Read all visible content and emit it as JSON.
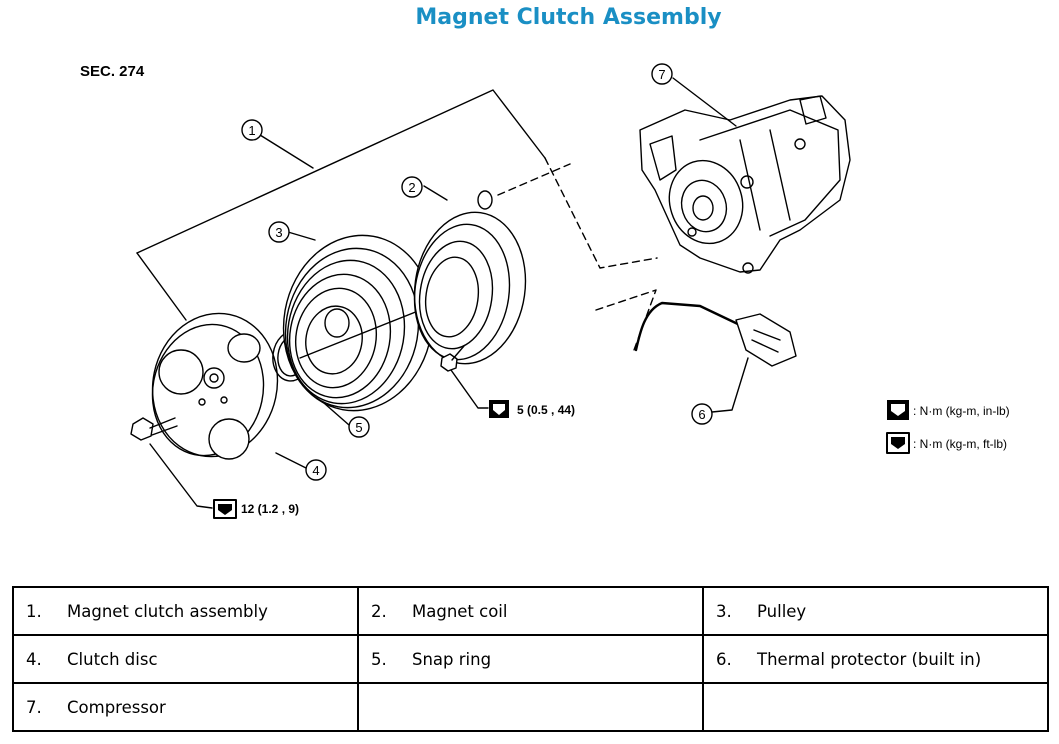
{
  "title": "Magnet Clutch Assembly",
  "section": "SEC. 274",
  "callouts": [
    "1",
    "2",
    "3",
    "4",
    "5",
    "6",
    "7"
  ],
  "torque": {
    "bolt_5": "5 (0.5 , 44)",
    "bolt_4": "12 (1.2 , 9)"
  },
  "legend": {
    "in_lb": ": N·m (kg-m, in-lb)",
    "ft_lb": ": N·m (kg-m, ft-lb)"
  },
  "parts": [
    [
      {
        "num": "1.",
        "name": "Magnet clutch assembly"
      },
      {
        "num": "2.",
        "name": "Magnet coil"
      },
      {
        "num": "3.",
        "name": "Pulley"
      }
    ],
    [
      {
        "num": "4.",
        "name": "Clutch disc"
      },
      {
        "num": "5.",
        "name": "Snap ring"
      },
      {
        "num": "6.",
        "name": "Thermal protector (built in)"
      }
    ],
    [
      {
        "num": "7.",
        "name": "Compressor"
      },
      {
        "num": "",
        "name": ""
      },
      {
        "num": "",
        "name": ""
      }
    ]
  ]
}
